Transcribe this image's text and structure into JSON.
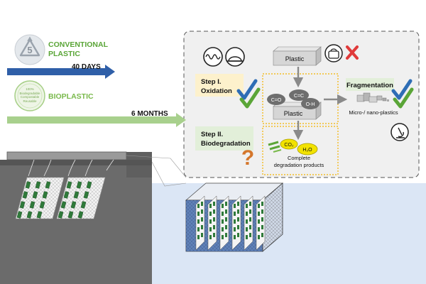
{
  "legend": {
    "conventional": {
      "line1": "CONVENTIONAL",
      "line2": "PLASTIC",
      "duration": "40 DAYS",
      "symbol_number": "5"
    },
    "bioplastic": {
      "badge_text": "100% Biodegradable Compostable Reusable",
      "label": "BIOPLASTIC",
      "duration": "6 MONTHS"
    }
  },
  "process": {
    "step1": {
      "line1": "Step I.",
      "line2": "Oxidation"
    },
    "step2": {
      "line1": "Step II.",
      "line2": "Biodegradation"
    },
    "plastic_top": "Plastic",
    "plastic_mid": "Plastic",
    "groups": {
      "c_eq_o": "C=O",
      "c_eq_c": "C=C",
      "o_h": "O-H"
    },
    "fragmentation": "Fragmentation",
    "micro": "Micro-/ nano-plastics",
    "co2": "CO₂",
    "h2o": "H₂O",
    "complete_line1": "Complete",
    "complete_line2": "degradation products",
    "question": "?"
  },
  "colors": {
    "conventional_green": "#5aa537",
    "conventional_blue": "#2f5fa8",
    "bio_green": "#79b94b",
    "step_box_yellow": "#fdf1cc",
    "step_box_green": "#e2efd9",
    "dotted_orange": "#f2b200",
    "check_blue": "#2e6db5",
    "check_green": "#5aa537",
    "cross_red": "#e03a3a",
    "question_orange": "#d4762b",
    "water_blue": "#dbe6f5"
  }
}
